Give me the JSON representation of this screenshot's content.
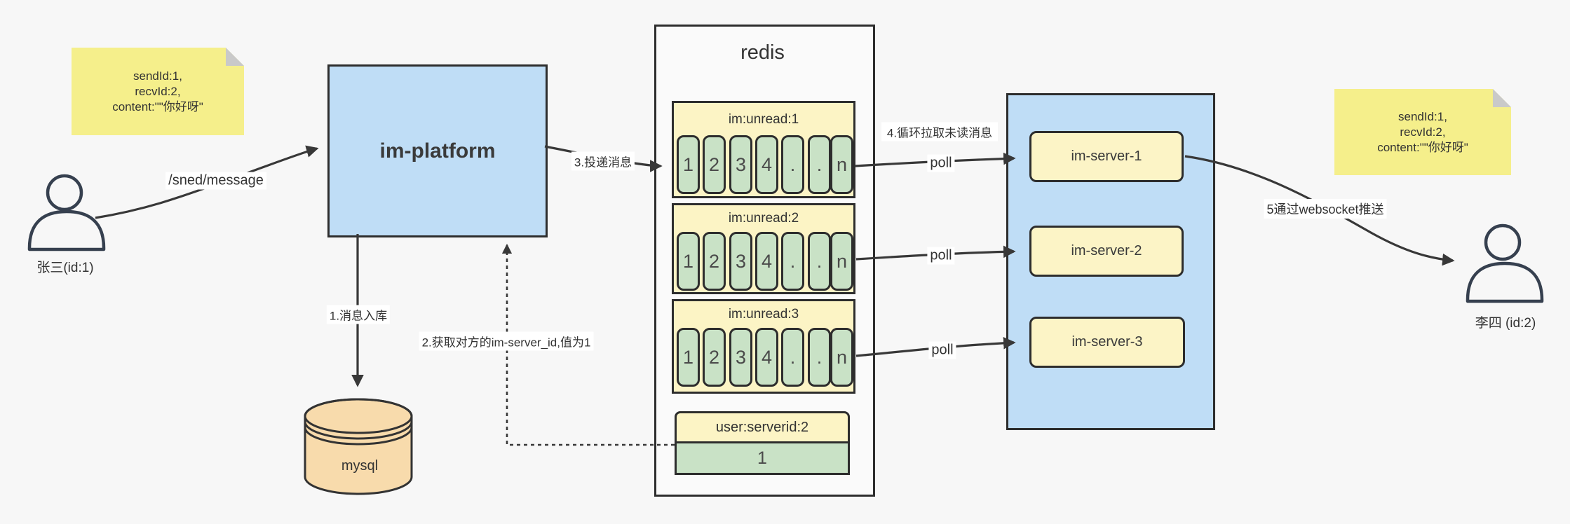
{
  "notes": {
    "left": {
      "lines": [
        "sendId:1,",
        "recvId:2,",
        "content:\"\"你好呀\""
      ]
    },
    "right": {
      "lines": [
        "sendId:1,",
        "recvId:2,",
        "content:\"\"你好呀\""
      ]
    }
  },
  "actors": {
    "sender": {
      "label": "张三(id:1)"
    },
    "receiver": {
      "label": "李四 (id:2)"
    }
  },
  "platform": {
    "label": "im-platform"
  },
  "database": {
    "label": "mysql"
  },
  "redis": {
    "title": "redis",
    "lists": [
      {
        "title": "im:unread:1",
        "cells": [
          "1",
          "2",
          "3",
          "4",
          ".",
          ".",
          "n"
        ]
      },
      {
        "title": "im:unread:2",
        "cells": [
          "1",
          "2",
          "3",
          "4",
          ".",
          ".",
          "n"
        ]
      },
      {
        "title": "im:unread:3",
        "cells": [
          "1",
          "2",
          "3",
          "4",
          ".",
          ".",
          "n"
        ]
      }
    ],
    "kv": {
      "title": "user:serverid:2",
      "value": "1"
    }
  },
  "servers": {
    "items": [
      {
        "label": "im-server-1"
      },
      {
        "label": "im-server-2"
      },
      {
        "label": "im-server-3"
      }
    ]
  },
  "edges": {
    "send": "/sned/message",
    "step1": "1.消息入库",
    "step2": "2.获取对方的im-server_id,值为1",
    "step3": "3.投递消息",
    "step4": "4.循环拉取未读消息",
    "poll1": "poll",
    "poll2": "poll",
    "poll3": "poll",
    "step5": "5通过websocket推送"
  },
  "colors": {
    "background": "#F7F7F7",
    "node_blue": "#BFDDF6",
    "note_yellow": "#F5EF8B",
    "pale_yellow": "#FCF4C5",
    "cell_green": "#C9E2C6",
    "db_tan": "#F8DBAC",
    "border": "#2D2D2D",
    "arrow": "#383838"
  }
}
